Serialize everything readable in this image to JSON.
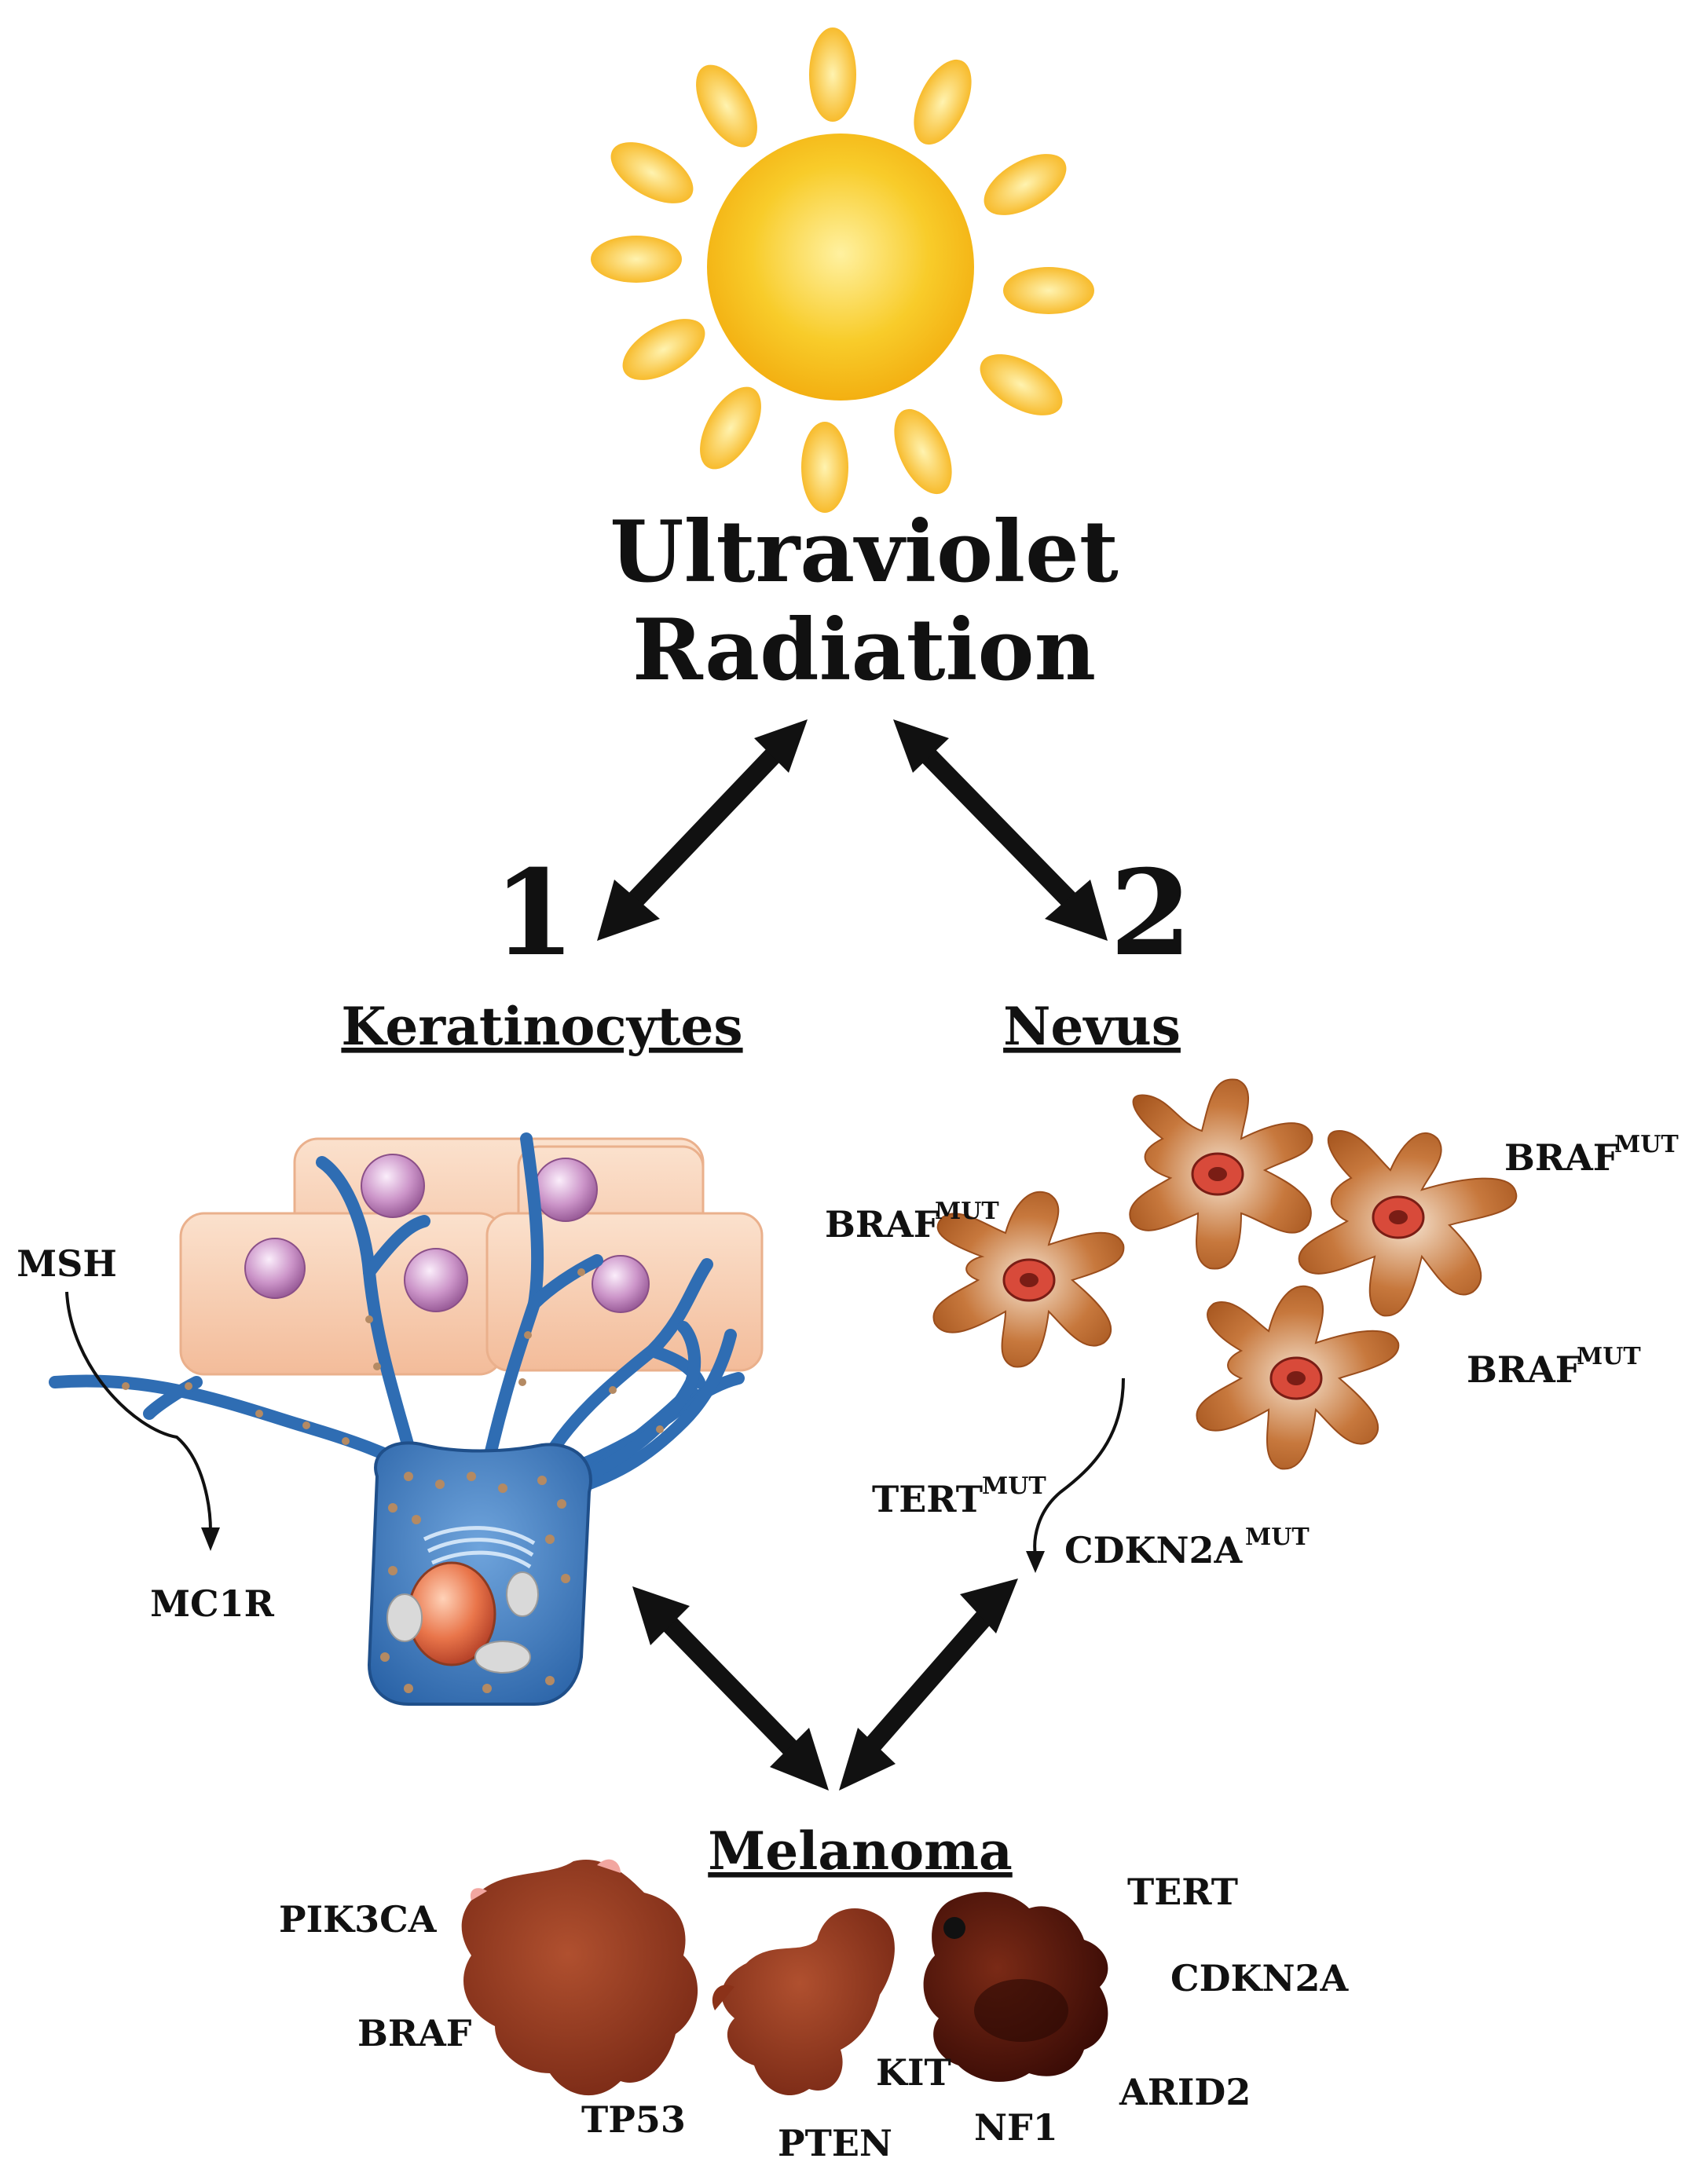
{
  "title": {
    "line1": "Ultraviolet",
    "line2": "Radiation"
  },
  "pathway_numbers": {
    "one": "1",
    "two": "2"
  },
  "sections": {
    "keratinocytes": "Keratinocytes",
    "nevus": "Nevus",
    "melanoma": "Melanoma"
  },
  "keratinocyte_labels": {
    "msh": "MSH",
    "mc1r": "MC1R"
  },
  "nevus_labels": {
    "braf_left": "BRAF",
    "braf_right_top": "BRAF",
    "braf_right_bottom": "BRAF",
    "mut_suffix": "MUT",
    "tert": "TERT",
    "cdkn2a": "CDKN2A"
  },
  "melanoma_genes": {
    "pik3ca": "PIK3CA",
    "braf": "BRAF",
    "tp53": "TP53",
    "pten": "PTEN",
    "kit": "KIT",
    "nf1": "NF1",
    "tert": "TERT",
    "cdkn2a": "CDKN2A",
    "arid2": "ARID2"
  },
  "icons": {
    "sun": "sun-icon",
    "keratinocyte_melanocyte": "melanocyte-cell-illustration",
    "nevus_cells": "nevus-cells-illustration",
    "melanoma_cells": "melanoma-cells-illustration"
  },
  "colors": {
    "sun_core": "#f6c21a",
    "sun_ray": "#f8b80f",
    "keratinocyte": "#f6c8a8",
    "nucleus_purple": "#c98fc6",
    "melanocyte_blue": "#3f7fc0",
    "nevus_brown": "#b8662e",
    "melanoma_dark": "#5a1a0e",
    "arrow": "#111111"
  }
}
